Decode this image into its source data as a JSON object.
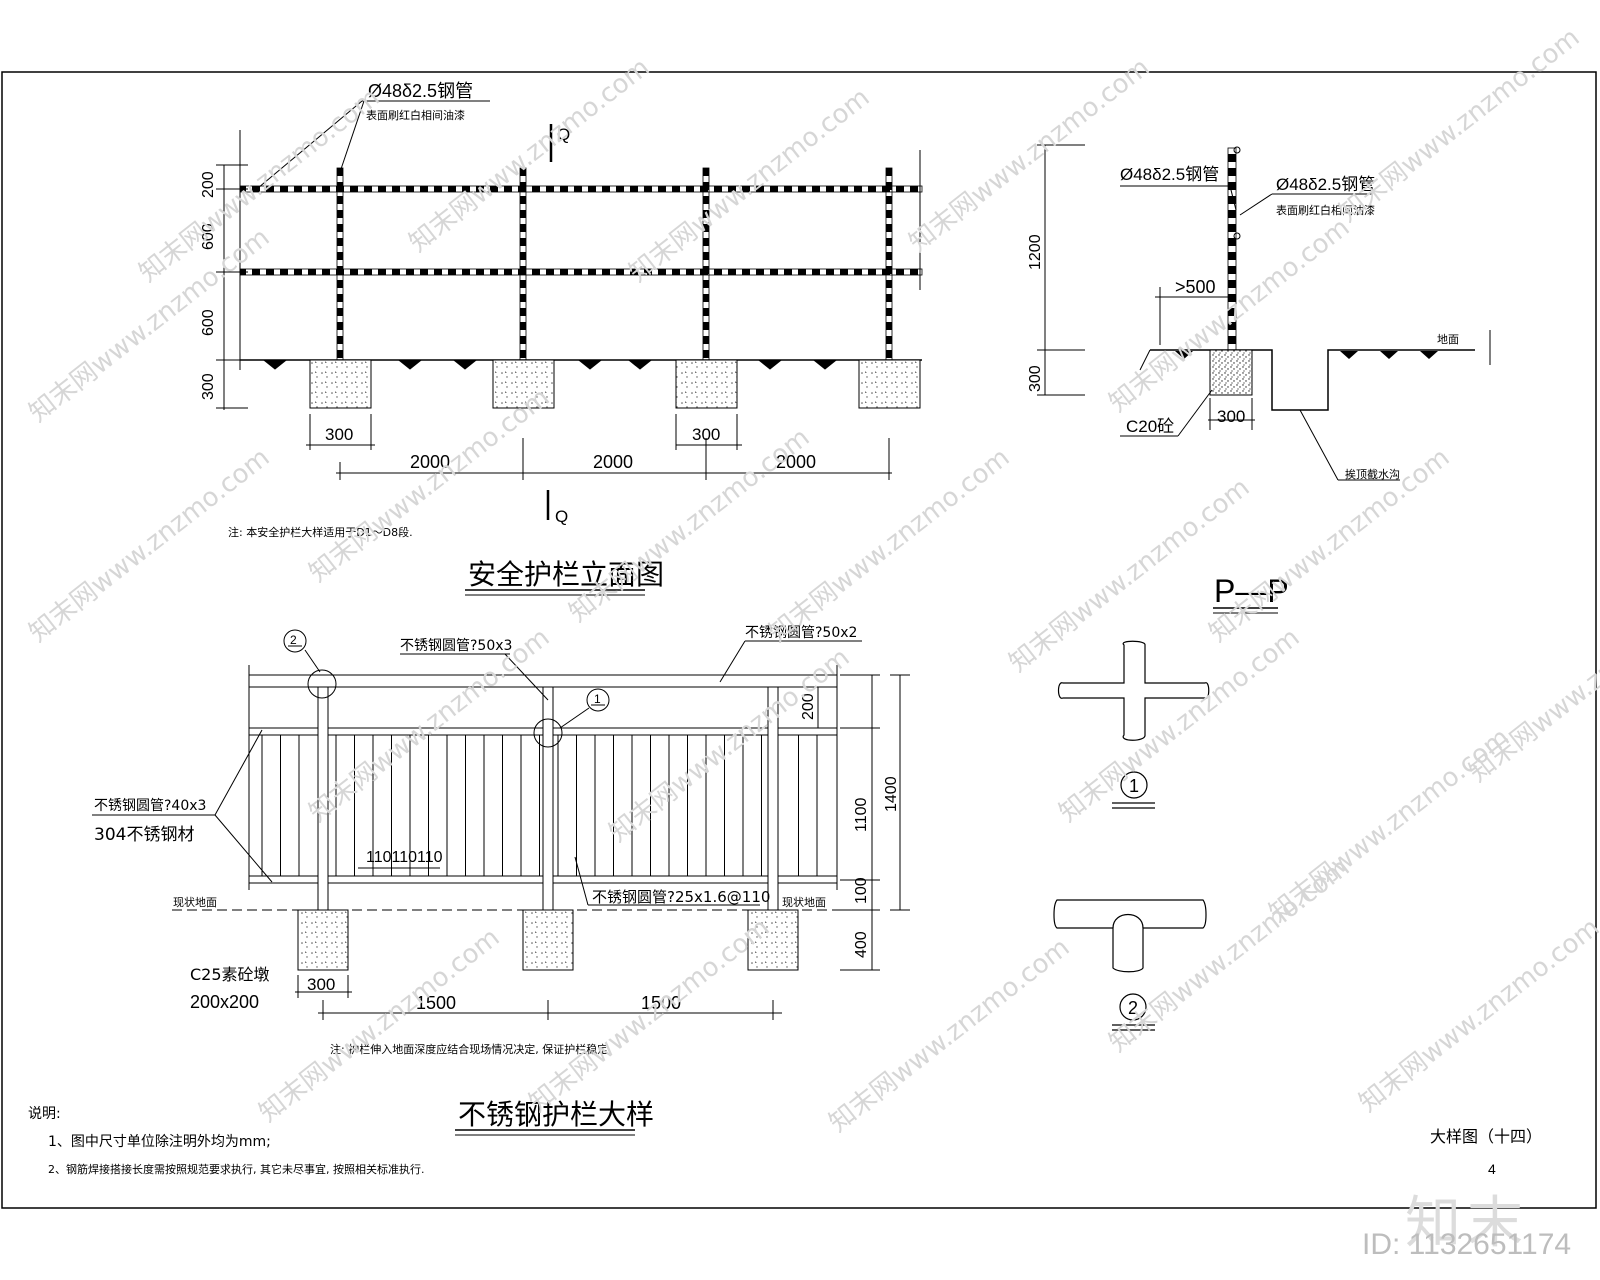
{
  "elevation": {
    "title": "安全护栏立面图",
    "pipe_spec": "Ø48δ2.5钢管",
    "paint_note": "表面刷红白相间油漆",
    "section_mark": "Q",
    "dims_vertical": [
      "200",
      "600",
      "600",
      "300"
    ],
    "dim_footing": "300",
    "dim_footing_2": "300",
    "spans": [
      "2000",
      "2000",
      "2000"
    ],
    "note": "注: 本安全护栏大样适用于D1～D8段."
  },
  "section": {
    "title": "P—P",
    "pipe_spec_1": "Ø48δ2.5钢管",
    "pipe_spec_2": "Ø48δ2.5钢管",
    "paint_note": "表面刷红白相间油漆",
    "dim_height": "1200",
    "dim_base": "300",
    "dim_offset": ">500",
    "dim_footing": "300",
    "concrete": "C20砼",
    "ground": "地面",
    "ditch": "挨顶截水沟"
  },
  "stainless": {
    "title": "不锈钢护栏大样",
    "top_rail": "不锈钢圆管?50x2",
    "post": "不锈钢圆管?50x3",
    "rail": "不锈钢圆管?40x3",
    "material": "304不锈钢材",
    "baluster": "不锈钢圆管?25x1.6@110",
    "baluster_spacing": "110110110",
    "ground_left": "现状地面",
    "ground_right": "现状地面",
    "footing": "C25素砼墩",
    "footing_size": "200x200",
    "dim_footing": "300",
    "dims_vertical": [
      "200",
      "1100",
      "100",
      "400"
    ],
    "dim_total": "1400",
    "spans": [
      "1500",
      "1500"
    ],
    "note": "注: 护栏伸入地面深度应结合现场情况决定, 保证护栏稳定.",
    "callout_1": "1",
    "callout_2": "2"
  },
  "details": {
    "label_1": "1",
    "label_2": "2"
  },
  "notes": {
    "heading": "说明:",
    "items": [
      "1、图中尺寸单位除注明外均为mm;",
      "2、钢筋焊接搭接长度需按照规范要求执行, 其它未尽事宜, 按照相关标准执行."
    ]
  },
  "sheet": {
    "title": "大样图（十四）",
    "page": "4",
    "brand": "知末",
    "id": "ID: 1132651174",
    "watermark": "知末网www.znzmo.com"
  }
}
